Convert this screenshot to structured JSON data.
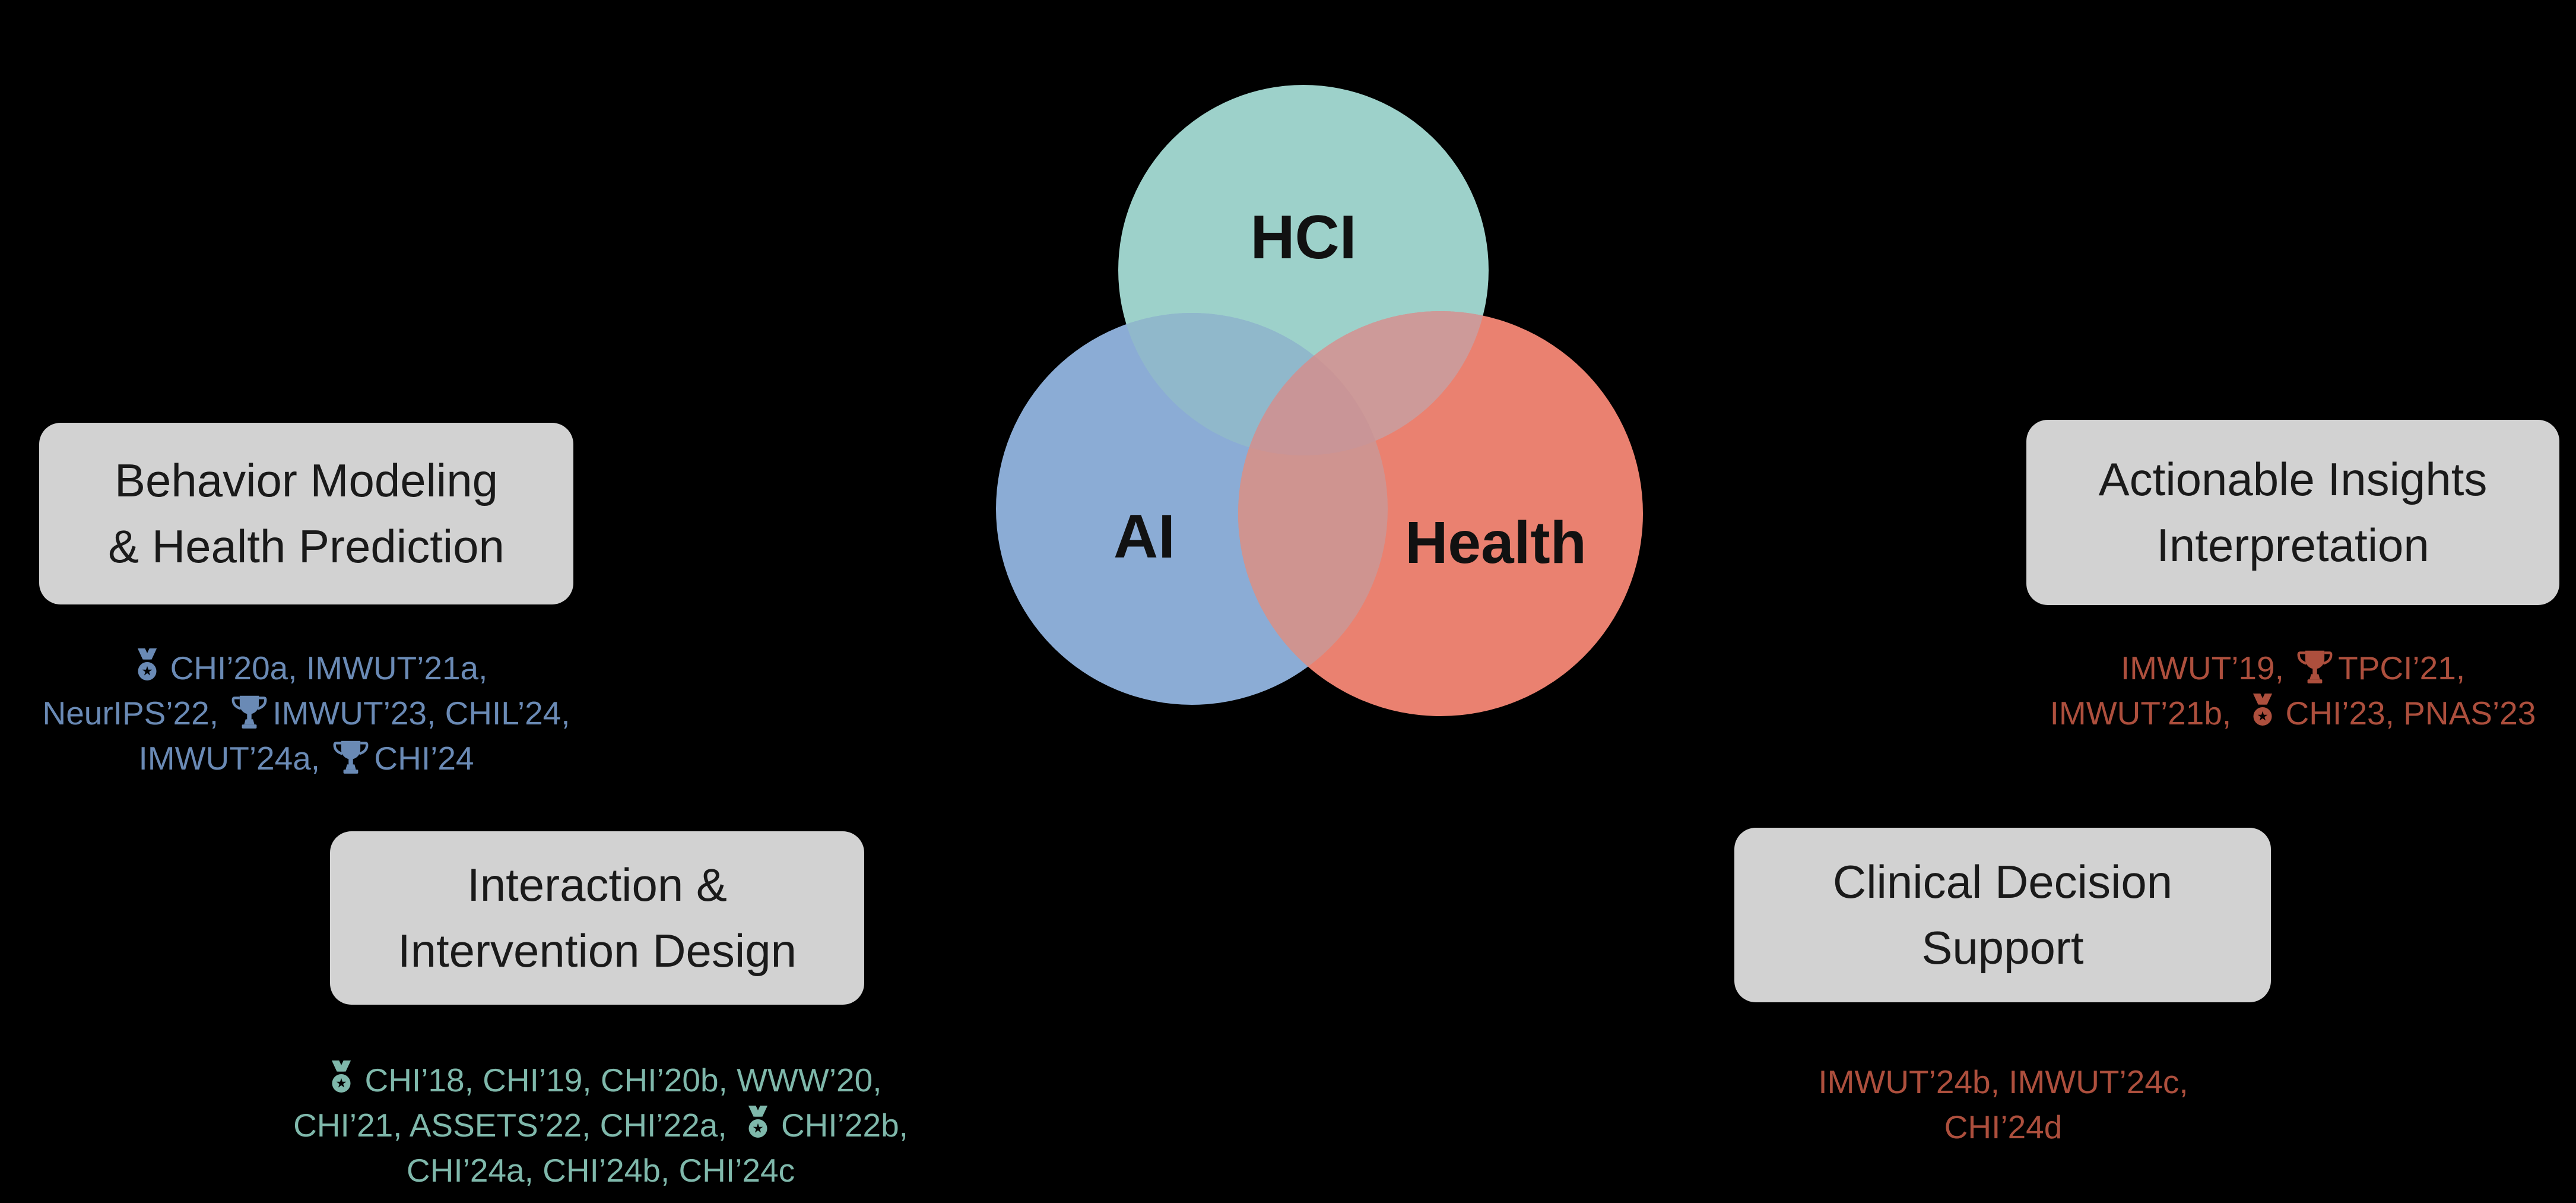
{
  "figure": {
    "type": "venn-diagram-research-overview"
  },
  "palette": {
    "background": "#000000",
    "box_bg": "#d2d2d2",
    "box_text": "#1a1a1a",
    "hci": "#9dd1ca",
    "ai": "#8bacd5",
    "health": "#ea8170",
    "overlap_hci_ai": "#90b8cb",
    "overlap_hci_health": "#cd9a99",
    "overlap_ai_health": "#cf9490",
    "overlap_center": "#c99597",
    "pub_blue": "#6a8ab5",
    "pub_green": "#7fb8ab",
    "pub_red": "#ad4f3d"
  },
  "venn": {
    "labels": {
      "hci": "HCI",
      "ai": "AI",
      "health": "Health"
    }
  },
  "icons": {
    "medal": {
      "name": "medal-icon",
      "glyph": "🎖"
    },
    "trophy": {
      "name": "trophy-icon",
      "glyph": "🏆"
    }
  },
  "groups": [
    {
      "id": "behavior-modeling",
      "accent": "#6a8ab5",
      "title_lines": [
        "Behavior Modeling",
        "& Health Prediction"
      ],
      "pub_lines": [
        {
          "segments": [
            {
              "icon": "medal"
            },
            {
              "text": "CHI’20a, IMWUT’21a,"
            }
          ]
        },
        {
          "segments": [
            {
              "text": "NeurIPS’22, "
            },
            {
              "icon": "trophy"
            },
            {
              "text": "IMWUT’23, CHIL’24,"
            }
          ]
        },
        {
          "segments": [
            {
              "text": "IMWUT’24a, "
            },
            {
              "icon": "trophy"
            },
            {
              "text": "CHI’24"
            }
          ]
        }
      ]
    },
    {
      "id": "interaction-intervention",
      "accent": "#7fb8ab",
      "title_lines": [
        "Interaction &",
        "Intervention Design"
      ],
      "pub_lines": [
        {
          "segments": [
            {
              "icon": "medal"
            },
            {
              "text": "CHI’18, CHI’19, CHI’20b, WWW’20,"
            }
          ]
        },
        {
          "segments": [
            {
              "text": "CHI’21, ASSETS’22, CHI’22a, "
            },
            {
              "icon": "medal"
            },
            {
              "text": "CHI’22b,"
            }
          ]
        },
        {
          "segments": [
            {
              "text": "CHI’24a, CHI’24b, CHI’24c"
            }
          ]
        }
      ]
    },
    {
      "id": "actionable-insights",
      "accent": "#ad4f3d",
      "title_lines": [
        "Actionable Insights",
        "Interpretation"
      ],
      "pub_lines": [
        {
          "segments": [
            {
              "text": "IMWUT’19, "
            },
            {
              "icon": "trophy"
            },
            {
              "text": "TPCI’21,"
            }
          ]
        },
        {
          "segments": [
            {
              "text": "IMWUT’21b, "
            },
            {
              "icon": "medal"
            },
            {
              "text": "CHI’23, PNAS’23"
            }
          ]
        }
      ]
    },
    {
      "id": "clinical-decision",
      "accent": "#ad4f3d",
      "title_lines": [
        "Clinical Decision",
        "Support"
      ],
      "pub_lines": [
        {
          "segments": [
            {
              "text": "IMWUT’24b, IMWUT’24c,"
            }
          ]
        },
        {
          "segments": [
            {
              "text": "CHI’24d"
            }
          ]
        }
      ]
    }
  ]
}
